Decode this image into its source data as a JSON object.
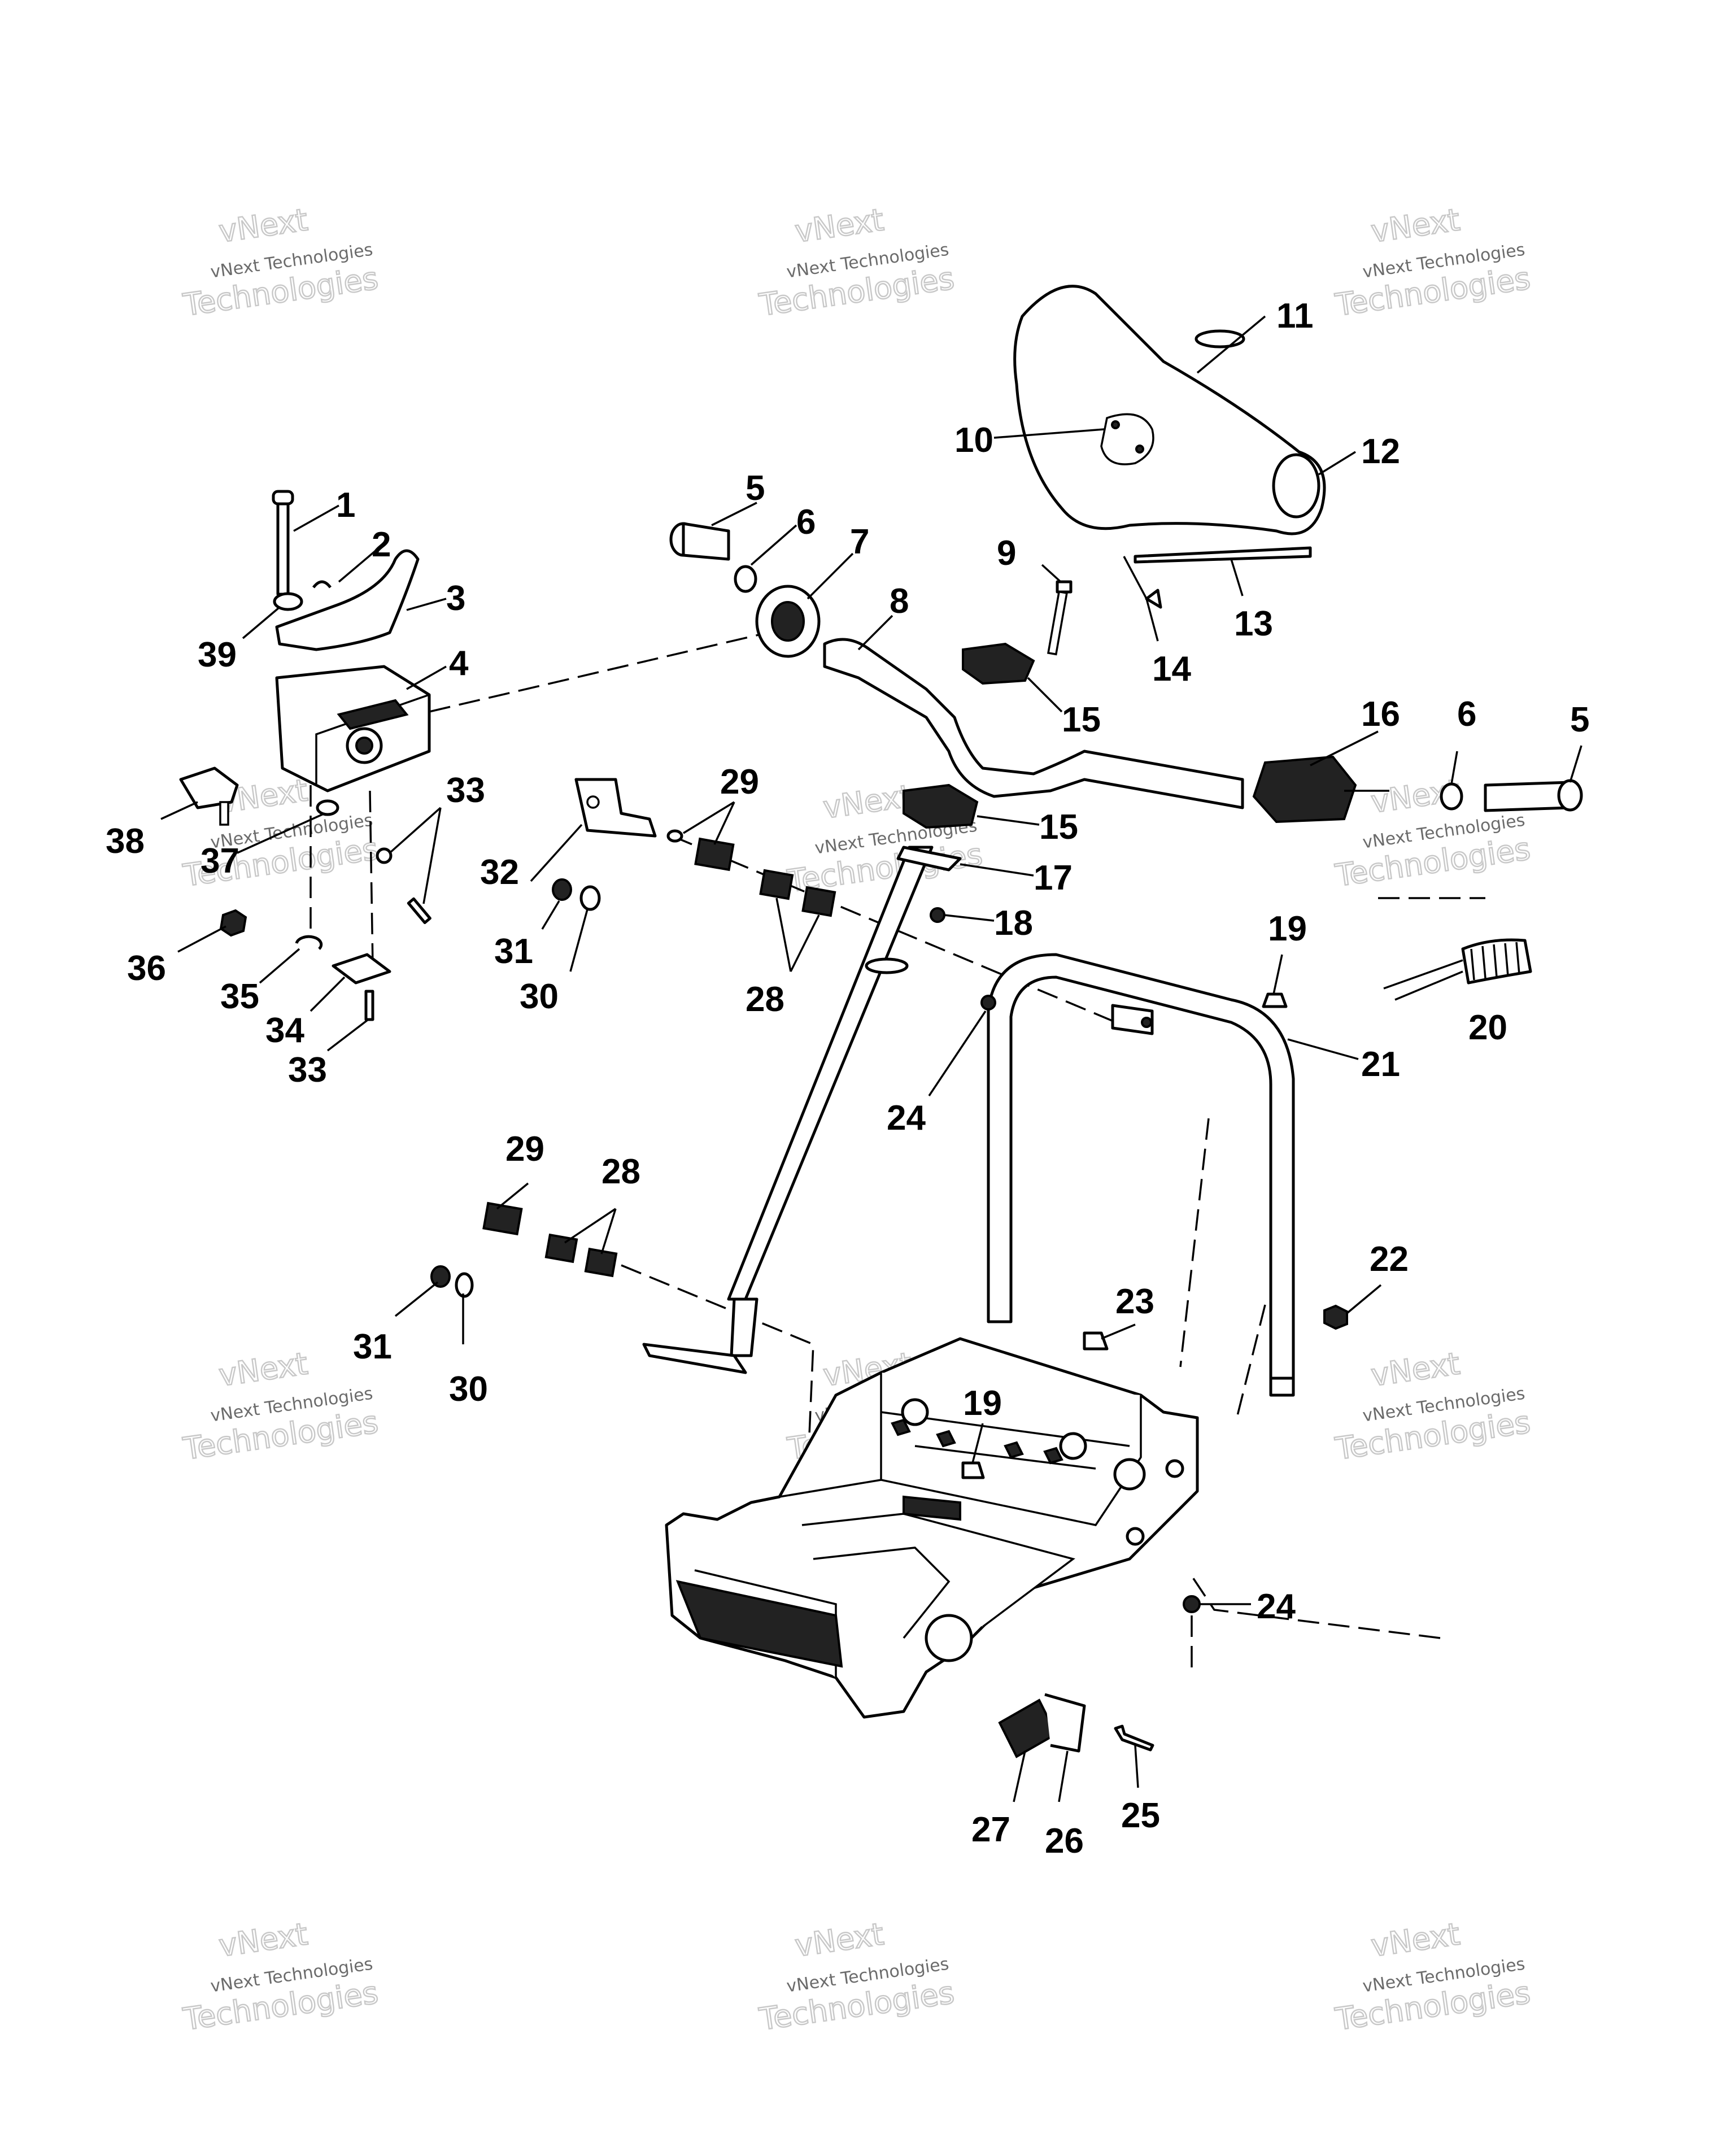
{
  "watermark": {
    "line1": "vNext",
    "line2": "vNext Technologies",
    "line3": "Technologies",
    "color": "#6b6b6b"
  },
  "callouts": [
    {
      "id": "1",
      "text": "1"
    },
    {
      "id": "2",
      "text": "2"
    },
    {
      "id": "3",
      "text": "3"
    },
    {
      "id": "39",
      "text": "39"
    },
    {
      "id": "4",
      "text": "4"
    },
    {
      "id": "38",
      "text": "38"
    },
    {
      "id": "37",
      "text": "37"
    },
    {
      "id": "33a",
      "text": "33"
    },
    {
      "id": "36",
      "text": "36"
    },
    {
      "id": "35",
      "text": "35"
    },
    {
      "id": "34",
      "text": "34"
    },
    {
      "id": "33b",
      "text": "33"
    },
    {
      "id": "5a",
      "text": "5"
    },
    {
      "id": "6a",
      "text": "6"
    },
    {
      "id": "7",
      "text": "7"
    },
    {
      "id": "8",
      "text": "8"
    },
    {
      "id": "9",
      "text": "9"
    },
    {
      "id": "15a",
      "text": "15"
    },
    {
      "id": "10",
      "text": "10"
    },
    {
      "id": "11",
      "text": "11"
    },
    {
      "id": "12",
      "text": "12"
    },
    {
      "id": "13",
      "text": "13"
    },
    {
      "id": "14",
      "text": "14"
    },
    {
      "id": "16",
      "text": "16"
    },
    {
      "id": "6b",
      "text": "6"
    },
    {
      "id": "5b",
      "text": "5"
    },
    {
      "id": "15b",
      "text": "15"
    },
    {
      "id": "17",
      "text": "17"
    },
    {
      "id": "18",
      "text": "18"
    },
    {
      "id": "29a",
      "text": "29"
    },
    {
      "id": "32",
      "text": "32"
    },
    {
      "id": "31a",
      "text": "31"
    },
    {
      "id": "30a",
      "text": "30"
    },
    {
      "id": "28a",
      "text": "28"
    },
    {
      "id": "19a",
      "text": "19"
    },
    {
      "id": "20",
      "text": "20"
    },
    {
      "id": "21",
      "text": "21"
    },
    {
      "id": "24a",
      "text": "24"
    },
    {
      "id": "29b",
      "text": "29"
    },
    {
      "id": "28b",
      "text": "28"
    },
    {
      "id": "31b",
      "text": "31"
    },
    {
      "id": "30b",
      "text": "30"
    },
    {
      "id": "22",
      "text": "22"
    },
    {
      "id": "23",
      "text": "23"
    },
    {
      "id": "19b",
      "text": "19"
    },
    {
      "id": "24b",
      "text": "24"
    },
    {
      "id": "27",
      "text": "27"
    },
    {
      "id": "26",
      "text": "26"
    },
    {
      "id": "25",
      "text": "25"
    }
  ]
}
